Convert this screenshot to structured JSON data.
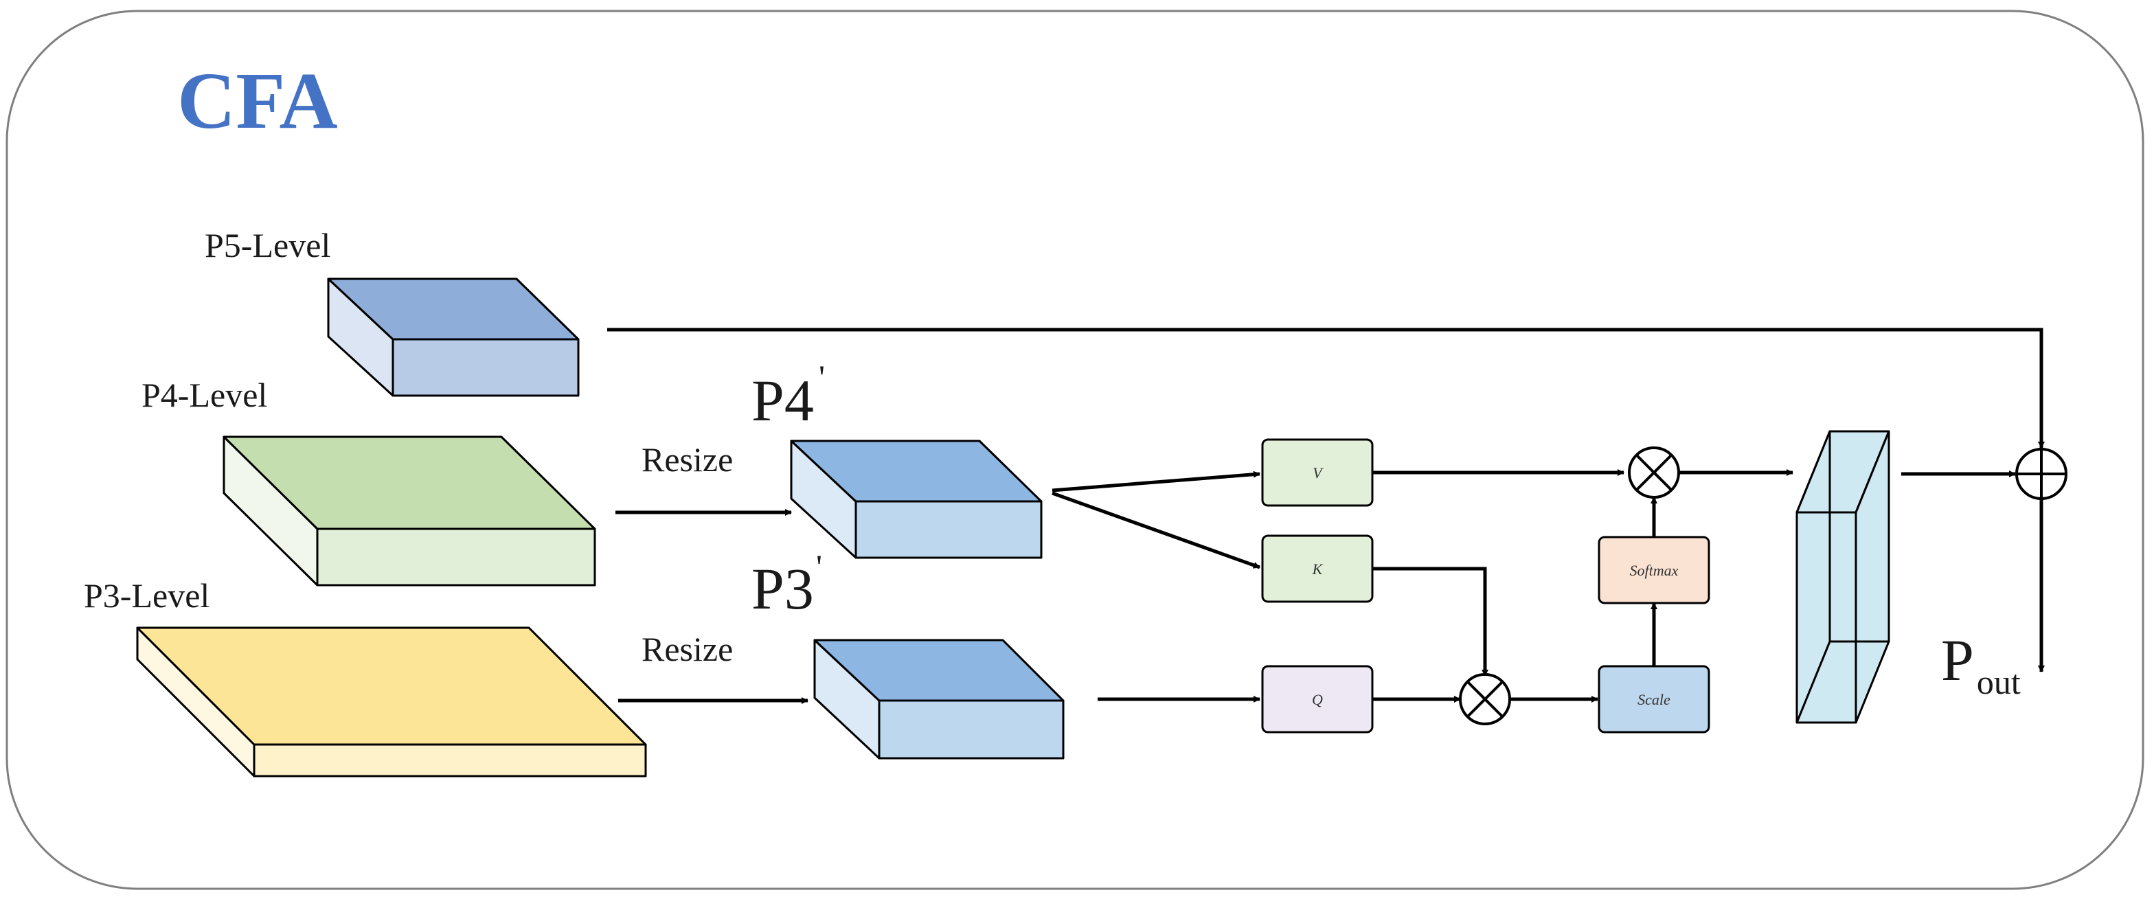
{
  "title": "CFA",
  "levels": {
    "p5": "P5-Level",
    "p4": "P4-Level",
    "p3": "P3-Level"
  },
  "resize_label": "Resize",
  "p4_prime": {
    "main": "P4",
    "mark": "'"
  },
  "p3_prime": {
    "main": "P3",
    "mark": "'"
  },
  "attention": {
    "v": "V",
    "k": "K",
    "q": "Q",
    "scale": "Scale",
    "softmax": "Softmax"
  },
  "output": {
    "main": "P",
    "sub": "out"
  },
  "colors": {
    "title": "#4472c4",
    "p5_top": "#8eadd9",
    "p5_front": "#b7cbe7",
    "p5_side": "#dbe5f4",
    "p4_top": "#c5deb0",
    "p4_front": "#e2efd8",
    "p4_side": "#f1f7ec",
    "p3_top": "#fce596",
    "p3_front": "#fdf2c9",
    "p3_side": "#fef8e3",
    "prime_top": "#8db7e2",
    "prime_front": "#bcd7ee",
    "prime_side": "#dce9f6",
    "v_box": "#e2efd9",
    "k_box": "#e2efd9",
    "q_box": "#ede8f4",
    "scale_box": "#bdd7ee",
    "softmax_box": "#fbe3d4",
    "out_block": "#cfe9f2"
  }
}
